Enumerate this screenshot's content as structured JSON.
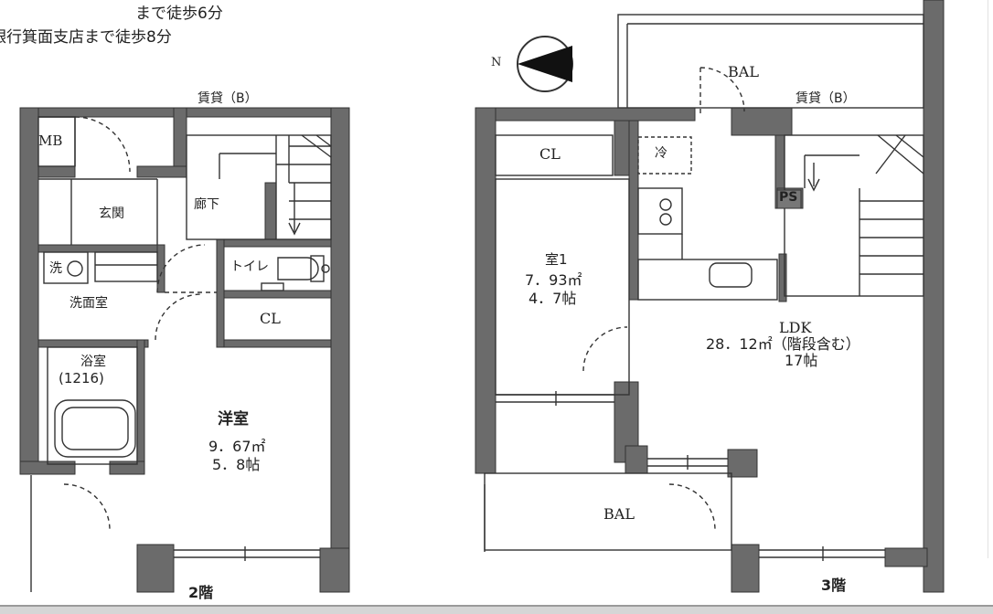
{
  "header": {
    "line1": "まで徒歩6分",
    "line2": "銀行箕面支店まで徒歩8分"
  },
  "floor2": {
    "floor_label": "2階",
    "neighbor_label": "賃貸（B）",
    "rooms": {
      "mb": "MB",
      "entrance": "玄関",
      "hallway": "廊下",
      "washer": "洗",
      "toilet": "トイレ",
      "washroom": "洗面室",
      "closet": "CL",
      "bathroom": "浴室",
      "bath_size": "(1216)",
      "western_room": "洋室",
      "western_area": "9．67㎡",
      "western_tatami": "5．8帖"
    }
  },
  "floor3": {
    "floor_label": "3階",
    "neighbor_label": "賃貸（B）",
    "compass_letter": "N",
    "rooms": {
      "balcony_top": "BAL",
      "closet": "CL",
      "fridge": "冷",
      "pipe_space": "PS",
      "room1": "室1",
      "room1_area": "7．93㎡",
      "room1_tatami": "4．7帖",
      "ldk": "LDK",
      "ldk_area": "28．12㎡（階段含む）",
      "ldk_tatami": "17帖",
      "balcony_bottom": "BAL"
    }
  }
}
